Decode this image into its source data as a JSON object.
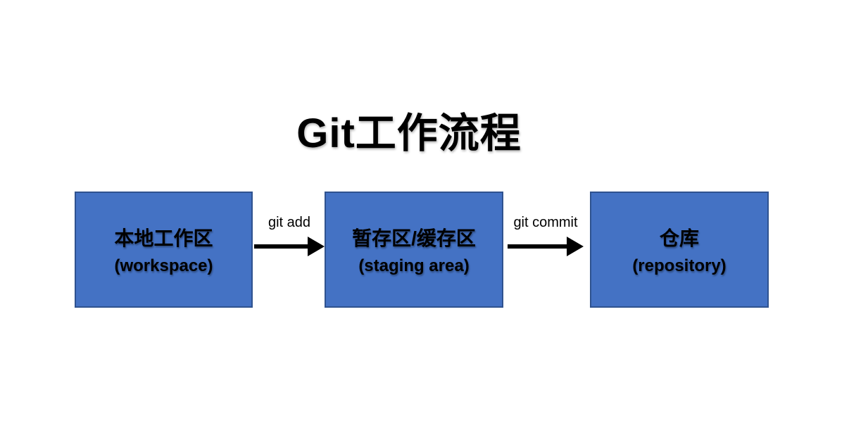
{
  "title": "Git工作流程",
  "nodes": [
    {
      "id": "workspace",
      "label_zh": "本地工作区",
      "label_en": "(workspace)"
    },
    {
      "id": "staging",
      "label_zh": "暂存区/缓存区",
      "label_en": "(staging area)"
    },
    {
      "id": "repository",
      "label_zh": "仓库",
      "label_en": "(repository)"
    }
  ],
  "arrows": [
    {
      "label": "git add"
    },
    {
      "label": "git commit"
    }
  ],
  "colors": {
    "background": "#FFFFFF",
    "box_fill": "#4472C4",
    "box_border": "#2F528F",
    "arrow": "#000000",
    "text": "#000000"
  }
}
